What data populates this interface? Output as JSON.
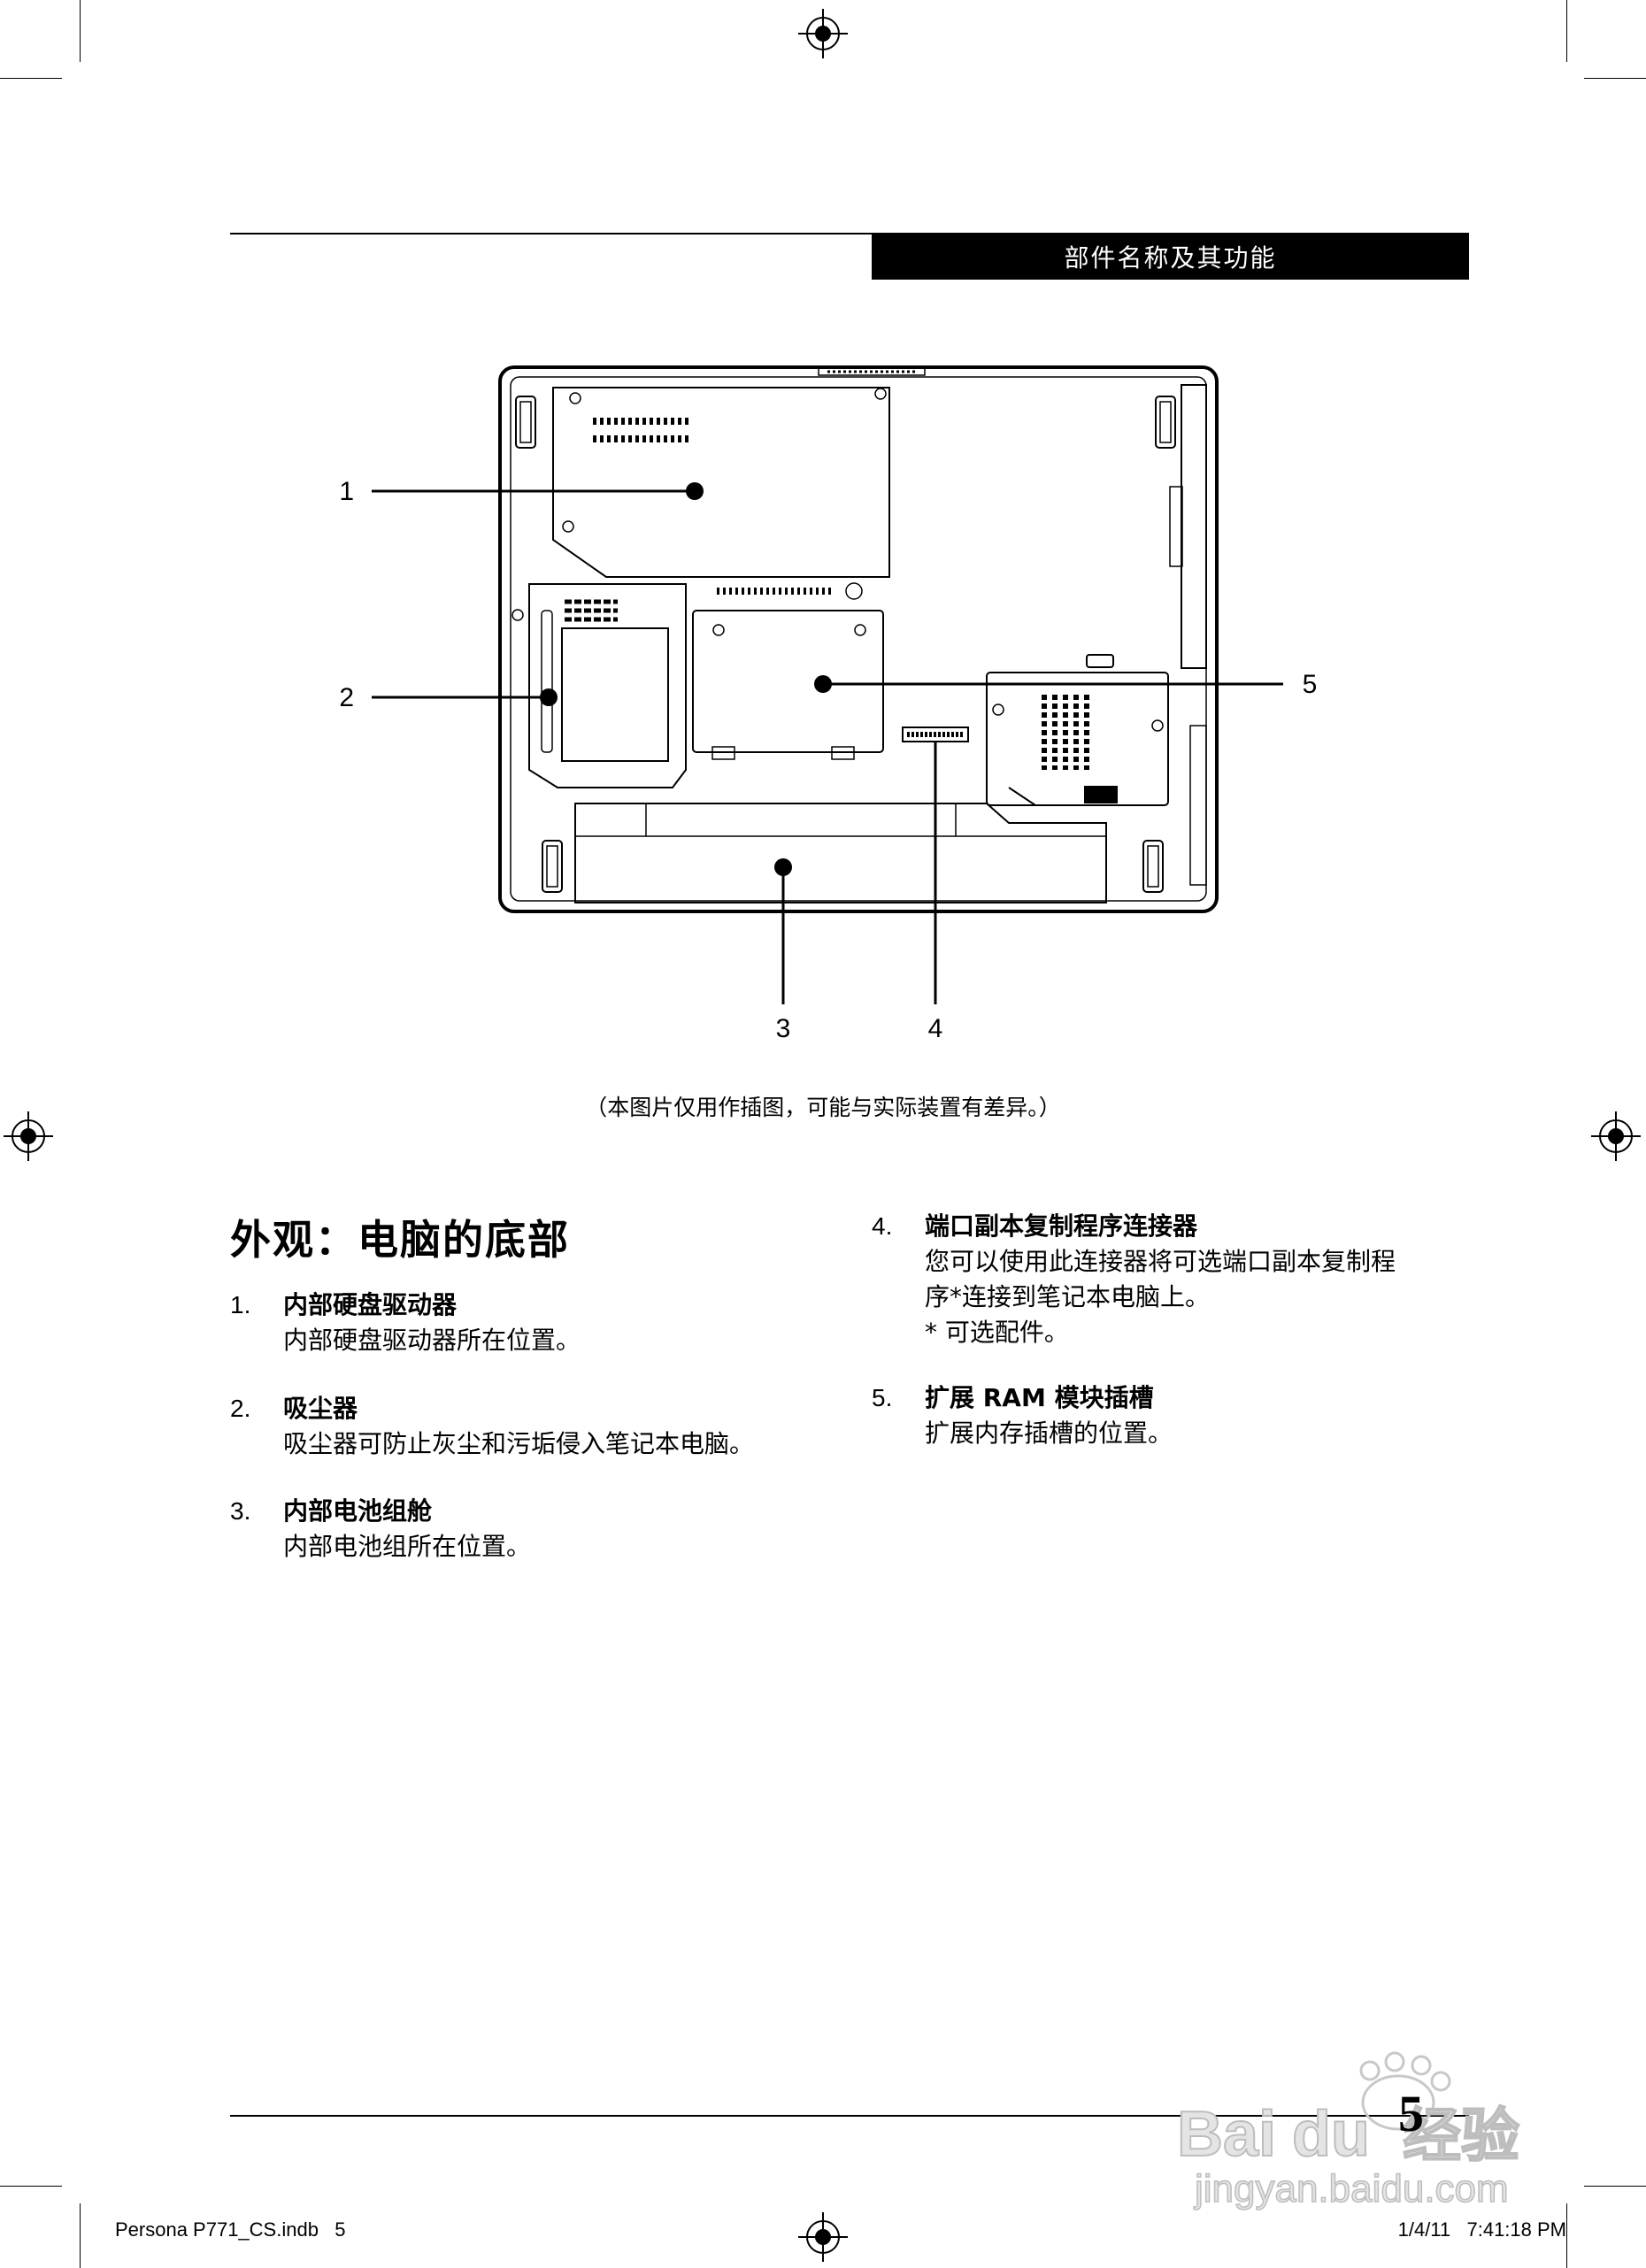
{
  "header": {
    "section_label": "部件名称及其功能"
  },
  "figure": {
    "callouts": [
      "1",
      "2",
      "3",
      "4",
      "5"
    ],
    "caption": "（本图片仅用作插图，可能与实际装置有差异。）"
  },
  "section_title": "外观：电脑的底部",
  "items": [
    {
      "num": "1.",
      "title": "内部硬盘驱动器",
      "lines": [
        "内部硬盘驱动器所在位置。"
      ]
    },
    {
      "num": "2.",
      "title": "吸尘器",
      "lines": [
        "吸尘器可防止灰尘和污垢侵入笔记本电脑。"
      ]
    },
    {
      "num": "3.",
      "title": "内部电池组舱",
      "lines": [
        "内部电池组所在位置。"
      ]
    },
    {
      "num": "4.",
      "title": "端口副本复制程序连接器",
      "lines": [
        "您可以使用此连接器将可选端口副本复制程",
        "序*连接到笔记本电脑上。",
        "* 可选配件。"
      ]
    },
    {
      "num": "5.",
      "title": "扩展 RAM 模块插槽",
      "lines": [
        "扩展内存插槽的位置。"
      ]
    }
  ],
  "footer": {
    "page_number": "5",
    "slug_left": "Persona P771_CS.indb   5",
    "slug_right": "1/4/11   7:41:18 PM",
    "watermark": "Baidu 经验 jingyan.baidu.com"
  }
}
